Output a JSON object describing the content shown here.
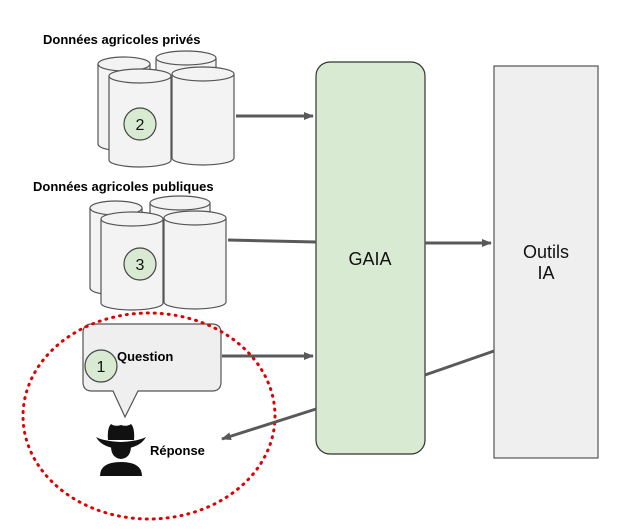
{
  "labels": {
    "private_data": "Données agricoles privés",
    "public_data": "Données agricoles publiques",
    "gaia": "GAIA",
    "tools_line1": "Outils",
    "tools_line2": "IA",
    "question": "Question",
    "answer": "Réponse"
  },
  "badges": {
    "private": "2",
    "public": "3",
    "question": "1"
  },
  "colors": {
    "gaia_fill": "#d9ead3",
    "tools_fill": "#efefef",
    "badge_fill": "#d9ead3",
    "cylinder_fill": "#f3f3f3",
    "arrow": "#595959",
    "highlight": "#e00000"
  },
  "icons": {
    "user": "cowboy-hat-user-icon"
  }
}
